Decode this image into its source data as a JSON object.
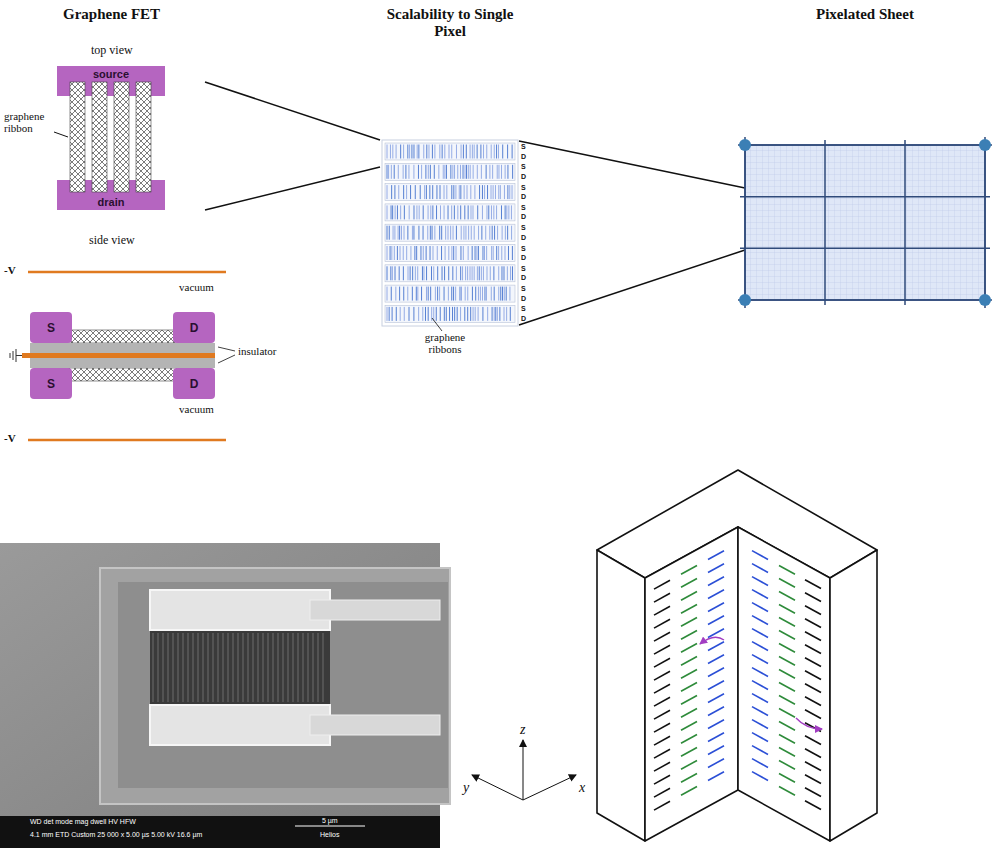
{
  "diagram": {
    "nodes": [
      {
        "text": [
          "source"
        ]
      },
      {
        "text": [
          "drain"
        ]
      },
      {
        "text": [
          "S"
        ]
      },
      {
        "text": [
          "D"
        ]
      },
      {
        "text": [
          "S"
        ]
      },
      {
        "text": [
          "D"
        ]
      }
    ],
    "labels": [
      "Graphene FET",
      "Scalability to Single Pixel",
      "Pixelated Sheet",
      "top view",
      "graphene ribbon",
      "side view",
      "-V",
      "vacuum",
      "insulator",
      "vacuum",
      "-V",
      "S",
      "D",
      "S",
      "D",
      "S",
      "D",
      "S",
      "D",
      "S",
      "D",
      "S",
      "D",
      "S",
      "D",
      "S",
      "D",
      "S",
      "D",
      "graphene ribbons",
      "z",
      "y",
      "x",
      "WD det mode mag dwell HV HFW",
      "4.1 mm ETD Custom 25 000 x 5.00 µs 5.00 kV 16.6 µm",
      "5 µm",
      "Helios"
    ]
  }
}
